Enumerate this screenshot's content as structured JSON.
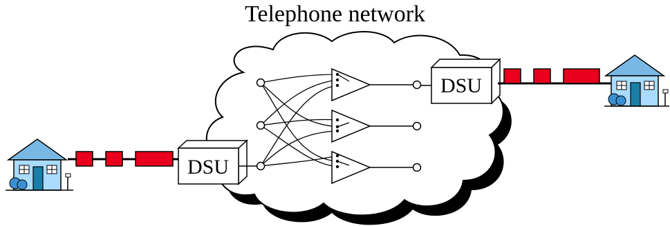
{
  "title": "Telephone network",
  "dsu_left_label": "DSU",
  "dsu_right_label": "DSU",
  "colors": {
    "signal_block": "#e8001c",
    "house_wall": "#a9dcff",
    "house_roof": "#79b8e4",
    "door": "#1a7fa6",
    "bush": "#3b8fd4",
    "cloud_fill": "#ffffff",
    "cloud_shadow": "#000000"
  },
  "icons": [
    "house-icon",
    "house-icon",
    "cloud-shape",
    "dsu-box",
    "amplifier-triangle"
  ]
}
